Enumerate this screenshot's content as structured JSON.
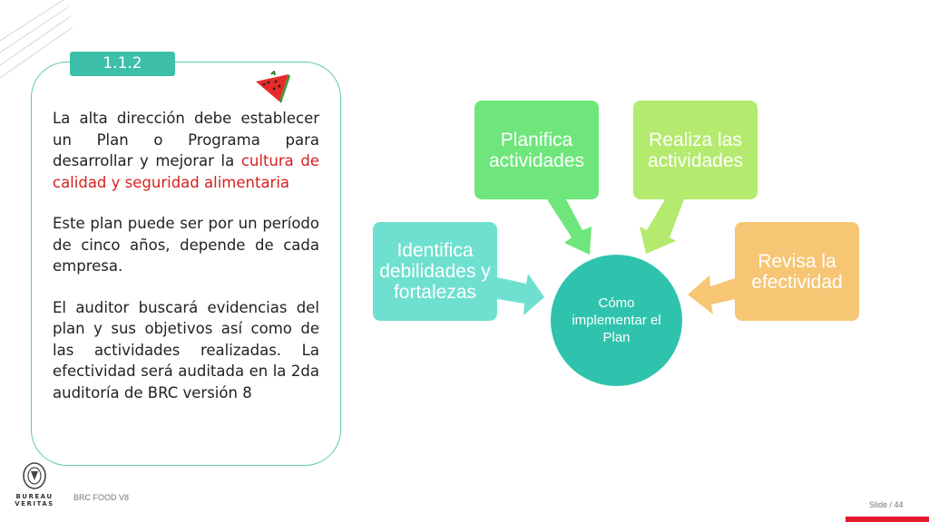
{
  "slide": {
    "tag": "1.1.2",
    "paragraphs": [
      {
        "before": "La alta dirección debe establecer un Plan o Programa para desarrollar y mejorar la ",
        "highlight": "cultura de calidad y seguridad alimentaria",
        "after": ""
      },
      {
        "before": "Este plan puede ser por un período de cinco años, depende de cada empresa.",
        "highlight": "",
        "after": ""
      },
      {
        "before": "El auditor buscará evidencias del plan y sus objetivos así como de las actividades realizadas. La efectividad será auditada en la 2da auditoría de BRC versión 8",
        "highlight": "",
        "after": ""
      }
    ],
    "footer_left": "BRC FOOD V8",
    "footer_right": "Slide / 44",
    "logo_line1": "BUREAU",
    "logo_line2": "VERITAS"
  },
  "diagram": {
    "center": "Cómo implementar el Plan",
    "steps": [
      {
        "label": "Identifica debilidades y fortalezas",
        "color": "#6fe0cf"
      },
      {
        "label": "Planifica actividades",
        "color": "#6ee67b"
      },
      {
        "label": "Realiza las actividades",
        "color": "#b4ea6e"
      },
      {
        "label": "Revisa la efectividad",
        "color": "#f6c674"
      }
    ]
  },
  "colors": {
    "accent": "#3dbfa9",
    "highlight_text": "#d91e1e",
    "footer_bar": "#e41c2d"
  }
}
